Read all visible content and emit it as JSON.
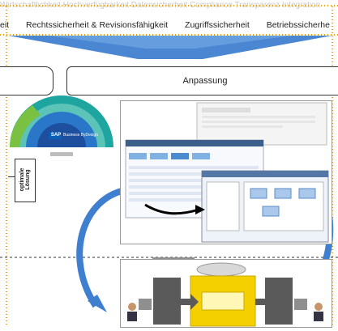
{
  "header": {
    "faded_text": "Wirtschaftlichkeit Hochverfügbarkeit Datensicherheit Compliance Transparenz Integration",
    "features": [
      "eit",
      "Rechtssicherheit & Revisionsfähigkeit",
      "Zugriffssicherheit",
      "Betriebssicherhe"
    ]
  },
  "process": {
    "anpassung_label": "Anpassung",
    "optimal_label": "optimale Lösung"
  },
  "sap_logo": {
    "brand": "SAP",
    "product": "Business ByDesign"
  },
  "colors": {
    "arrow_blue": "#3f7fcf",
    "orange_dots": "#e3a21a",
    "gear_teal": "#1ea5a0",
    "gear_green": "#7ac142"
  }
}
